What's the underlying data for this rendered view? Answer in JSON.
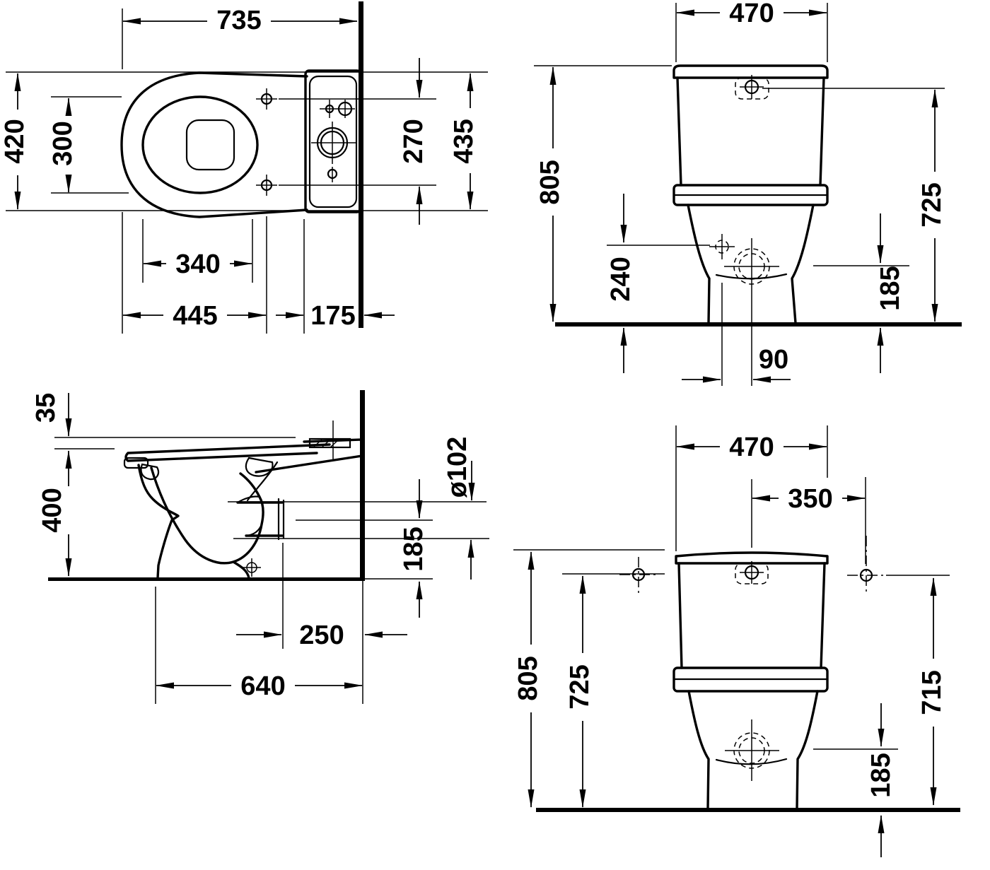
{
  "drawing": {
    "kind": "sanitary technical drawing",
    "subject": "close-coupled floor-standing toilet, four orthographic dimension views",
    "colors": {
      "line": "#000000",
      "background": "#ffffff"
    }
  },
  "views": {
    "plan": {
      "label": "top view",
      "dims": {
        "overall_depth": "735",
        "overall_width": "420",
        "bowl_inner_width": "300",
        "bowl_inner_length": "340",
        "front_to_fixing_holes": "445",
        "cistern_to_wall": "175",
        "fixing_holes_spacing": "270",
        "cistern_width": "435"
      }
    },
    "front": {
      "label": "front view",
      "dims": {
        "width": "470",
        "total_height": "805",
        "supply_height": "240",
        "lid_height": "725",
        "outlet_height": "185",
        "supply_offset": "90"
      }
    },
    "side": {
      "label": "side section view",
      "dims": {
        "seat_thickness": "35",
        "bowl_height": "400",
        "outlet_diameter": "ø102",
        "outlet_center_height": "185",
        "outlet_to_wall": "250",
        "base_depth": "640"
      }
    },
    "install": {
      "label": "front installation view",
      "dims": {
        "width": "470",
        "fixing_holes_spacing": "350",
        "total_height": "805",
        "lid_height": "725",
        "fixing_holes_height": "715",
        "outlet_height": "185"
      }
    }
  }
}
